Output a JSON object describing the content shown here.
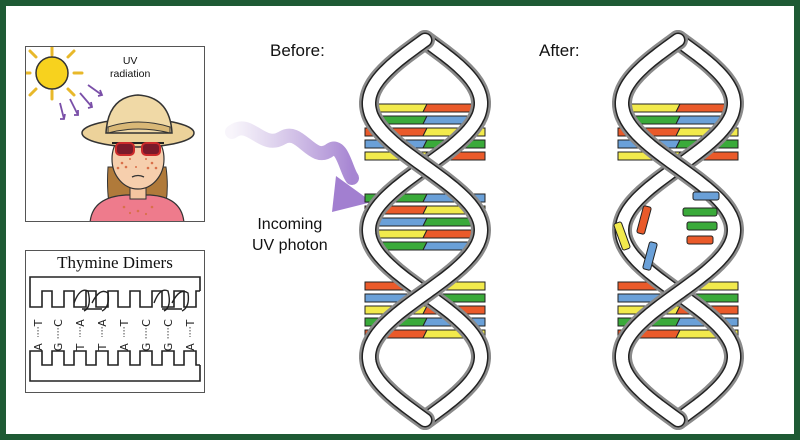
{
  "labels": {
    "before": "Before:",
    "after": "After:",
    "incoming_line1": "Incoming",
    "incoming_line2": "UV photon",
    "uv_line1": "UV",
    "uv_line2": "radiation",
    "dimers_title": "Thymine Dimers"
  },
  "dimer_strand": {
    "top": [
      "T",
      "C",
      "A",
      "A",
      "T",
      "C",
      "C",
      "T"
    ],
    "bottom": [
      "A",
      "G",
      "T",
      "T",
      "A",
      "G",
      "G",
      "A"
    ]
  },
  "colors": {
    "border": "#1e5a34",
    "backbone": "#ffffff",
    "backbone_shadow": "#8a8a8a",
    "base_yellow": "#f2ea4c",
    "base_green": "#3aaa3a",
    "base_red": "#ea5a2a",
    "base_blue": "#6aa0d8",
    "arrow": "#b59ad6"
  },
  "icons": [
    "sun-icon",
    "uv-ray-icon",
    "person-icon",
    "uv-photon-arrow-icon",
    "dna-helix-icon"
  ]
}
